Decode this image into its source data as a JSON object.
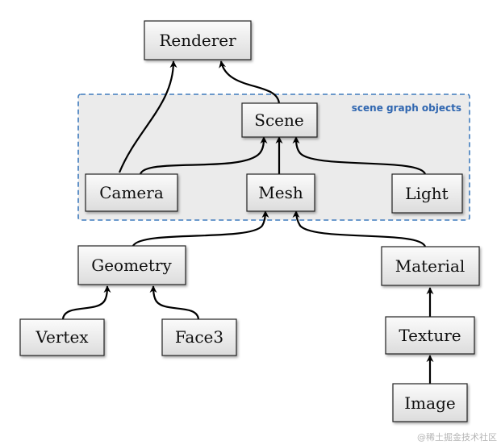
{
  "group_label": "scene graph objects",
  "nodes": {
    "renderer": "Renderer",
    "scene": "Scene",
    "camera": "Camera",
    "mesh": "Mesh",
    "light": "Light",
    "geometry": "Geometry",
    "material": "Material",
    "vertex": "Vertex",
    "face3": "Face3",
    "texture": "Texture",
    "image": "Image"
  },
  "edges": [
    {
      "from": "camera",
      "to": "renderer"
    },
    {
      "from": "scene",
      "to": "renderer"
    },
    {
      "from": "camera",
      "to": "scene"
    },
    {
      "from": "mesh",
      "to": "scene"
    },
    {
      "from": "light",
      "to": "scene"
    },
    {
      "from": "geometry",
      "to": "mesh"
    },
    {
      "from": "material",
      "to": "mesh"
    },
    {
      "from": "vertex",
      "to": "geometry"
    },
    {
      "from": "face3",
      "to": "geometry"
    },
    {
      "from": "texture",
      "to": "material"
    },
    {
      "from": "image",
      "to": "texture"
    }
  ],
  "watermark": "@稀土掘金技术社区"
}
